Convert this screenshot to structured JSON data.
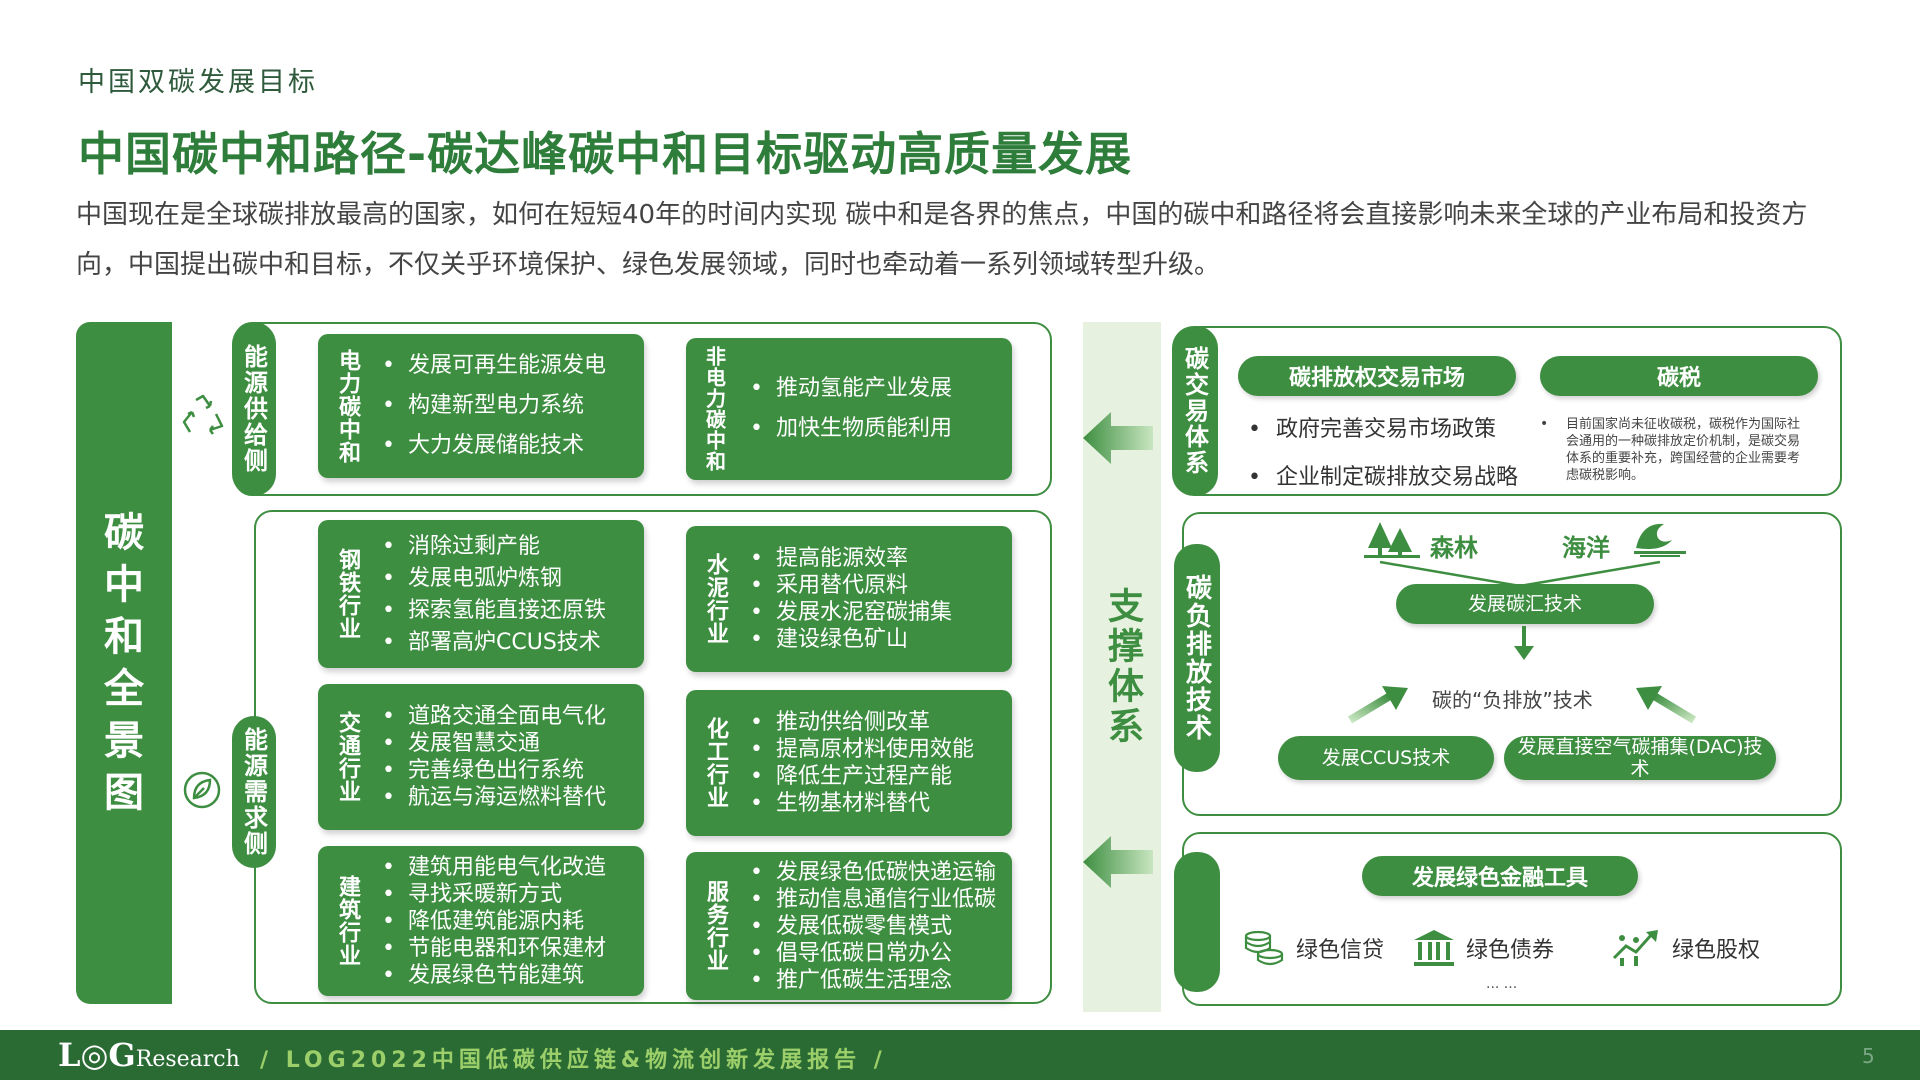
{
  "header": {
    "section": "中国双碳发展目标",
    "title": "中国碳中和路径-碳达峰碳中和目标驱动高质量发展",
    "intro": "中国现在是全球碳排放最高的国家，如何在短短40年的时间内实现 碳中和是各界的焦点，中国的碳中和路径将会直接影响未来全球的产业布局和投资方向，中国提出碳中和目标，不仅关乎环境保护、绿色发展领域，同时也牵动着一系列领域转型升级。"
  },
  "left": {
    "big_label": [
      "碳",
      "中",
      "和",
      "全",
      "景",
      "图"
    ],
    "supply": {
      "label": "能源供给侧",
      "cards": [
        {
          "title": "电力碳中和",
          "items": [
            "发展可再生能源发电",
            "构建新型电力系统",
            "大力发展储能技术"
          ]
        },
        {
          "title": "非电力碳中和",
          "items": [
            "推动氢能产业发展",
            "加快生物质能利用"
          ]
        }
      ]
    },
    "demand": {
      "label": "能源需求侧",
      "cards": [
        {
          "title": "钢铁行业",
          "items": [
            "消除过剩产能",
            "发展电弧炉炼钢",
            "探索氢能直接还原铁",
            "部署高炉CCUS技术"
          ]
        },
        {
          "title": "水泥行业",
          "items": [
            "提高能源效率",
            "采用替代原料",
            "发展水泥窑碳捕集",
            "建设绿色矿山"
          ]
        },
        {
          "title": "交通行业",
          "items": [
            "道路交通全面电气化",
            "发展智慧交通",
            "完善绿色出行系统",
            "航运与海运燃料替代"
          ]
        },
        {
          "title": "化工行业",
          "items": [
            "推动供给侧改革",
            "提高原材料使用效能",
            "降低生产过程产能",
            "生物基材料替代"
          ]
        },
        {
          "title": "建筑行业",
          "items": [
            "建筑用能电气化改造",
            "寻找采暖新方式",
            "降低建筑能源内耗",
            "节能电器和环保建材",
            "发展绿色节能建筑"
          ]
        },
        {
          "title": "服务行业",
          "items": [
            "发展绿色低碳快递运输",
            "推动信息通信行业低碳",
            "发展低碳零售模式",
            "倡导低碳日常办公",
            "推广低碳生活理念"
          ]
        }
      ]
    }
  },
  "support": {
    "label": "支撑体系"
  },
  "right": {
    "trade": {
      "label": "碳交易体系",
      "market_title": "碳排放权交易市场",
      "market_items": [
        "政府完善交易市场政策",
        "企业制定碳排放交易战略"
      ],
      "tax_title": "碳税",
      "tax_note": "目前国家尚未征收碳税，碳税作为国际社会通用的一种碳排放定价机制，是碳交易体系的重要补充，跨国经营的企业需要考虑碳税影响。"
    },
    "negative": {
      "label": "碳负排放技术",
      "forest": "森林",
      "ocean": "海洋",
      "sink": "发展碳汇技术",
      "center": "碳的“负排放”技术",
      "ccus": "发展CCUS技术",
      "dac": "发展直接空气碳捕集(DAC)技术"
    },
    "finance": {
      "title": "发展绿色金融工具",
      "items": [
        "绿色信贷",
        "绿色债券",
        "绿色股权"
      ],
      "more": "... ..."
    }
  },
  "footer": {
    "logo_main": "L◎G",
    "logo_sub": "Research",
    "report": "/   LOG2022中国低碳供应链&物流创新发展报告   /",
    "page": "5"
  },
  "colors": {
    "primary": "#3e8e41",
    "dark": "#2a6b34",
    "light": "#e6f2df",
    "accent": "#9ccf6a"
  }
}
